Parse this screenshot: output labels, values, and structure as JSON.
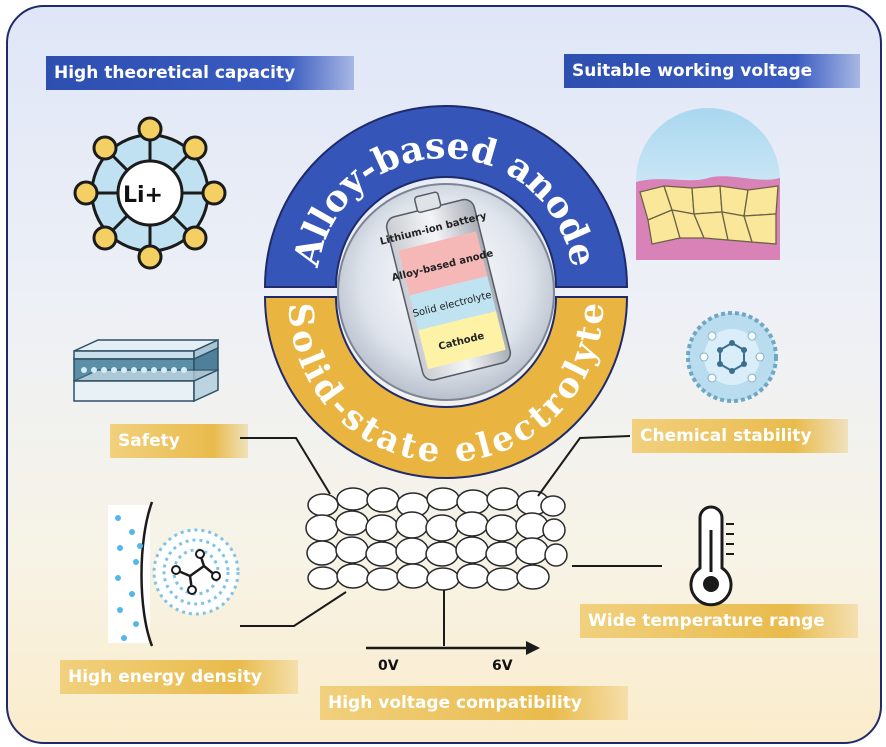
{
  "center": {
    "top_arc_text": "Alloy-based anode",
    "bottom_arc_text": "Solid-state electrolyte",
    "battery": {
      "top_label": "Lithium-ion battery",
      "layers": [
        "Alloy-based anode",
        "Solid electrolyte",
        "Cathode"
      ]
    }
  },
  "labels": {
    "capacity": "High theoretical capacity",
    "voltage": "Suitable working voltage",
    "safety": "Safety",
    "chemical": "Chemical stability",
    "energy": "High energy density",
    "temperature": "Wide temperature range",
    "hv": "High voltage compatibility"
  },
  "icons": {
    "li_ion": "Li+"
  },
  "voltage_axis": {
    "start": "0V",
    "end": "6V"
  },
  "colors": {
    "blue": "#2d4fb0",
    "gold": "#e9b440",
    "frame": "#1e2a6a"
  }
}
